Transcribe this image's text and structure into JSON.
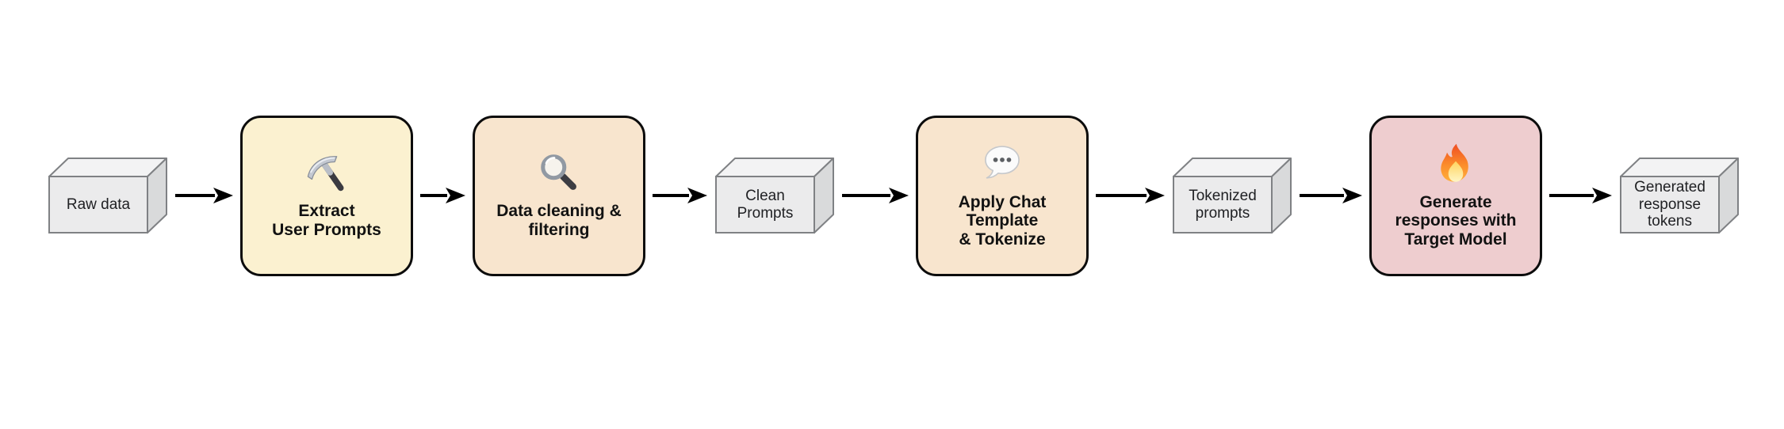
{
  "diagram": {
    "background": "#ffffff",
    "description": "Data generation pipeline flowchart",
    "nodes": [
      {
        "type": "artifact",
        "shape": "cube",
        "label_lines": [
          "Raw data"
        ]
      },
      {
        "type": "process",
        "icon": "pickaxe-icon",
        "fill": "#fbf1d0",
        "label_lines": [
          "Extract",
          "User Prompts"
        ]
      },
      {
        "type": "process",
        "icon": "magnifying-glass-icon",
        "fill": "#f8e5ce",
        "label_lines": [
          "Data cleaning &",
          "filtering"
        ]
      },
      {
        "type": "artifact",
        "shape": "cube",
        "label_lines": [
          "Clean",
          "Prompts"
        ]
      },
      {
        "type": "process",
        "icon": "speech-bubble-icon",
        "fill": "#f8e5ce",
        "label_lines": [
          "Apply Chat",
          "Template",
          "& Tokenize"
        ]
      },
      {
        "type": "artifact",
        "shape": "cube",
        "label_lines": [
          "Tokenized",
          "prompts"
        ]
      },
      {
        "type": "process",
        "icon": "fire-icon",
        "fill": "#eecdcf",
        "label_lines": [
          "Generate",
          "responses with",
          "Target Model"
        ]
      },
      {
        "type": "artifact",
        "shape": "cube",
        "label_lines": [
          "Generated",
          "response",
          "tokens"
        ]
      }
    ],
    "colors": {
      "cube_front": "#ebebec",
      "cube_top": "#f3f3f4",
      "cube_side": "#d9dadb",
      "cube_stroke": "#7f8184",
      "process_border": "#0c0c0c",
      "process_yellow": "#fbf1d0",
      "process_peach": "#f8e5ce",
      "process_pink": "#eecdcf",
      "arrow": "#000000",
      "process_text": "#121212",
      "cube_text": "#202124"
    }
  }
}
